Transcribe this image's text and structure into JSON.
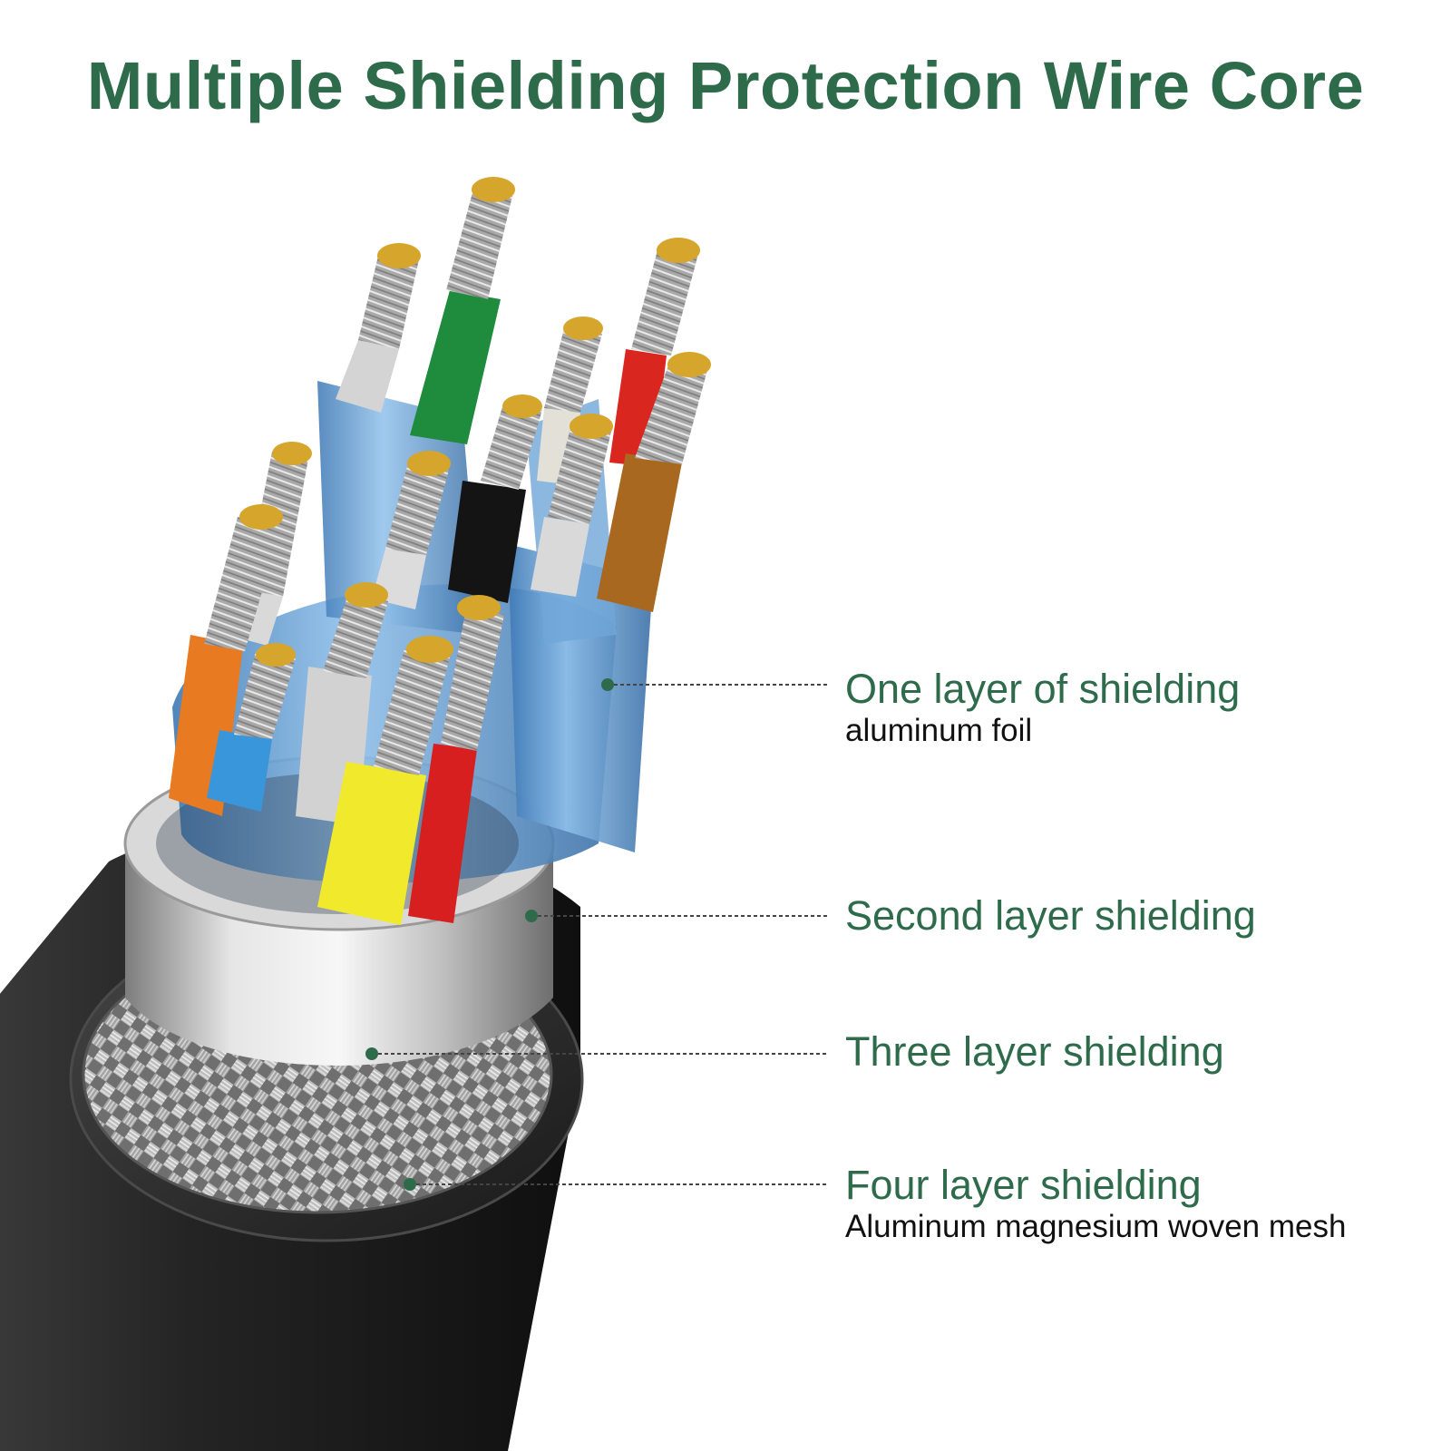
{
  "title": "Multiple Shielding Protection Wire Core",
  "colors": {
    "title": "#2e6b4b",
    "callout_main": "#2e6b4b",
    "callout_sub": "#111111",
    "foil": "#5b9bd5",
    "jacket": "#1c1c1c"
  },
  "callouts": [
    {
      "label": "One layer of shielding",
      "sublabel": "aluminum foil"
    },
    {
      "label": "Second layer shielding",
      "sublabel": ""
    },
    {
      "label": "Three layer shielding",
      "sublabel": ""
    },
    {
      "label": "Four layer shielding",
      "sublabel": "Aluminum magnesium woven mesh"
    }
  ],
  "wire_colors": [
    "green",
    "white",
    "red",
    "white",
    "brown",
    "black",
    "white",
    "white",
    "orange",
    "blue",
    "white",
    "yellow",
    "red"
  ]
}
